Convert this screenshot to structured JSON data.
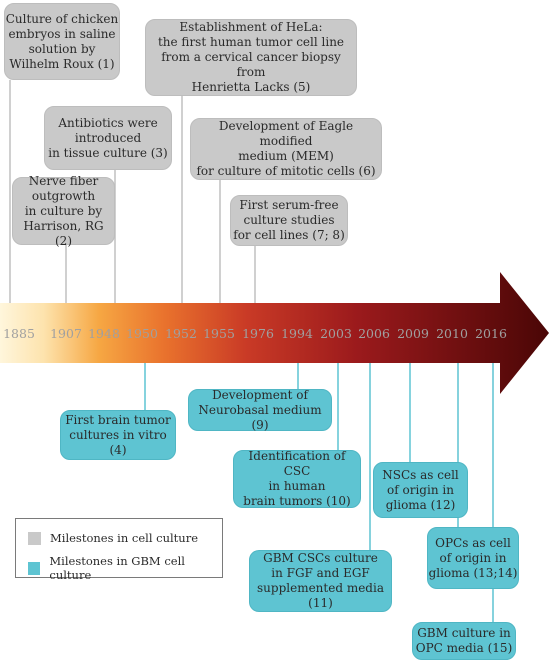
{
  "colors": {
    "gray_box": "#c9c9c9",
    "blue_box": "#5ec4d2",
    "connector_gray": "#c0c0c0",
    "connector_blue": "#5ec4d2",
    "arrow_start": "#fde8b8",
    "arrow_mid": "#f0902a",
    "arrow_end": "#4a0606",
    "year_text": "#a0a0a0"
  },
  "years": [
    "1885",
    "1907",
    "1948",
    "1950",
    "1952",
    "1955",
    "1976",
    "1994",
    "2003",
    "2006",
    "2009",
    "2010",
    "2016"
  ],
  "cell_culture_milestones": [
    {
      "text": "Culture of chicken\nembryos in saline\nsolution by\nWilhelm Roux (1)"
    },
    {
      "text": "Establishment of HeLa:\nthe first human tumor cell line\nfrom a cervical cancer biopsy from\nHenrietta Lacks (5)"
    },
    {
      "text": "Antibiotics were\nintroduced\nin tissue culture (3)"
    },
    {
      "text": "Development of Eagle modified\nmedium (MEM)\nfor culture of mitotic cells (6)"
    },
    {
      "text": "Nerve fiber\noutgrowth\nin culture by\nHarrison, RG (2)"
    },
    {
      "text": "First serum-free\nculture studies\nfor cell lines (7; 8)"
    }
  ],
  "gbm_milestones": [
    {
      "text": "First brain tumor\ncultures in vitro (4)"
    },
    {
      "text": "Development of\nNeurobasal medium (9)"
    },
    {
      "text": "Identification of CSC\nin human\nbrain tumors (10)"
    },
    {
      "text": "NSCs as cell\nof origin in\nglioma (12)"
    },
    {
      "text": "GBM CSCs culture\nin FGF and EGF\nsupplemented media (11)"
    },
    {
      "text": "OPCs as cell\nof origin in\nglioma (13;14)"
    },
    {
      "text": "GBM culture in\nOPC media (15)"
    }
  ],
  "legend": {
    "items": [
      {
        "label": "Milestones in cell culture",
        "color": "#c9c9c9"
      },
      {
        "label": "Milestones in GBM cell culture",
        "color": "#5ec4d2"
      }
    ]
  }
}
